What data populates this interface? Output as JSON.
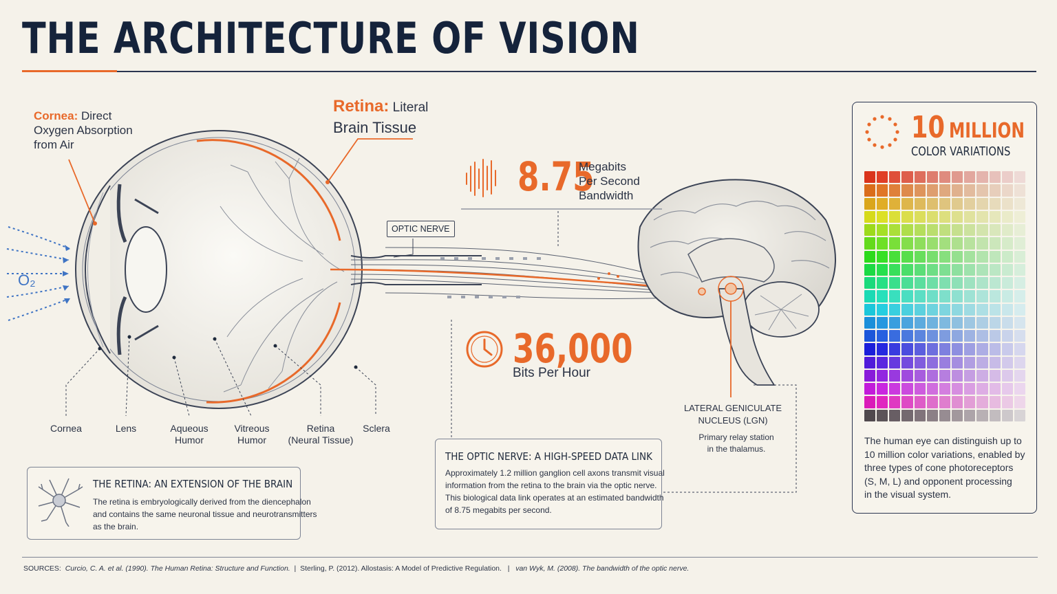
{
  "title": "THE ARCHITECTURE OF VISION",
  "cornea_callout": {
    "highlight": "Cornea:",
    "line1": " Direct",
    "line2": "Oxygen Absorption",
    "line3": "from Air"
  },
  "retina_callout": {
    "highlight": "Retina:",
    "line1": " Literal",
    "line2": "Brain Tissue"
  },
  "oxygen_label": "O₂",
  "optic_nerve_tag": "OPTIC NERVE",
  "eye_parts": [
    {
      "line1": "Cornea",
      "line2": ""
    },
    {
      "line1": "Lens",
      "line2": ""
    },
    {
      "line1": "Aqueous",
      "line2": "Humor"
    },
    {
      "line1": "Vitreous",
      "line2": "Humor"
    },
    {
      "line1": "Retina",
      "line2": "(Neural Tissue)"
    },
    {
      "line1": "Sclera",
      "line2": ""
    }
  ],
  "bandwidth": {
    "value": "8.75",
    "line1": "Megabits",
    "line2": "Per Second",
    "line3": "Bandwidth"
  },
  "bits_per_hour": {
    "value": "36,000",
    "label": "Bits Per Hour"
  },
  "lgn": {
    "line1": "LATERAL GENICULATE",
    "line2": "NUCLEUS (LGN)",
    "desc1": "Primary relay station",
    "desc2": "in the thalamus."
  },
  "retina_box": {
    "title": "THE RETINA: AN EXTENSION OF THE BRAIN",
    "line1": "The retina is embryologically derived from the diencephalon",
    "line2": "and contains the same neuronal tissue and neurotransmitters",
    "line3": "as the brain."
  },
  "optic_box": {
    "title": "THE OPTIC NERVE: A HIGH-SPEED DATA LINK",
    "line1": "Approximately 1.2 million ganglion cell axons transmit visual",
    "line2": "information from the retina to the brain via the optic nerve.",
    "line3": "This biological data link operates at an estimated bandwidth",
    "line4": "of 8.75 megabits per second."
  },
  "color_panel": {
    "big_number": "10",
    "big_word": "MILLION",
    "subtitle": "COLOR VARIATIONS",
    "desc1": "The human eye can distinguish up to",
    "desc2": "10 million color variations, enabled by",
    "desc3": "three types of cone photoreceptors",
    "desc4": "(S, M, L) and opponent processing",
    "desc5": "in the visual system."
  },
  "sources": {
    "label": "SOURCES:",
    "s1": "Curcio, C. A. et al. (1990). The Human Retina: Structure and Function.",
    "sep1": "|",
    "s2": "Sterling, P. (2012). Allostasis: A Model of Predictive Regulation.",
    "sep2": "|",
    "s3": "van Wyk, M. (2008). The bandwidth of the optic nerve."
  },
  "colors": {
    "accent": "#e8692a",
    "navy": "#15233b",
    "blue": "#3f74c4"
  },
  "icons": [
    "oxygen-arrows-icon",
    "neuron-icon",
    "signal-bars-icon",
    "clock-icon",
    "color-dots-icon",
    "eye-illustration",
    "brain-illustration"
  ]
}
